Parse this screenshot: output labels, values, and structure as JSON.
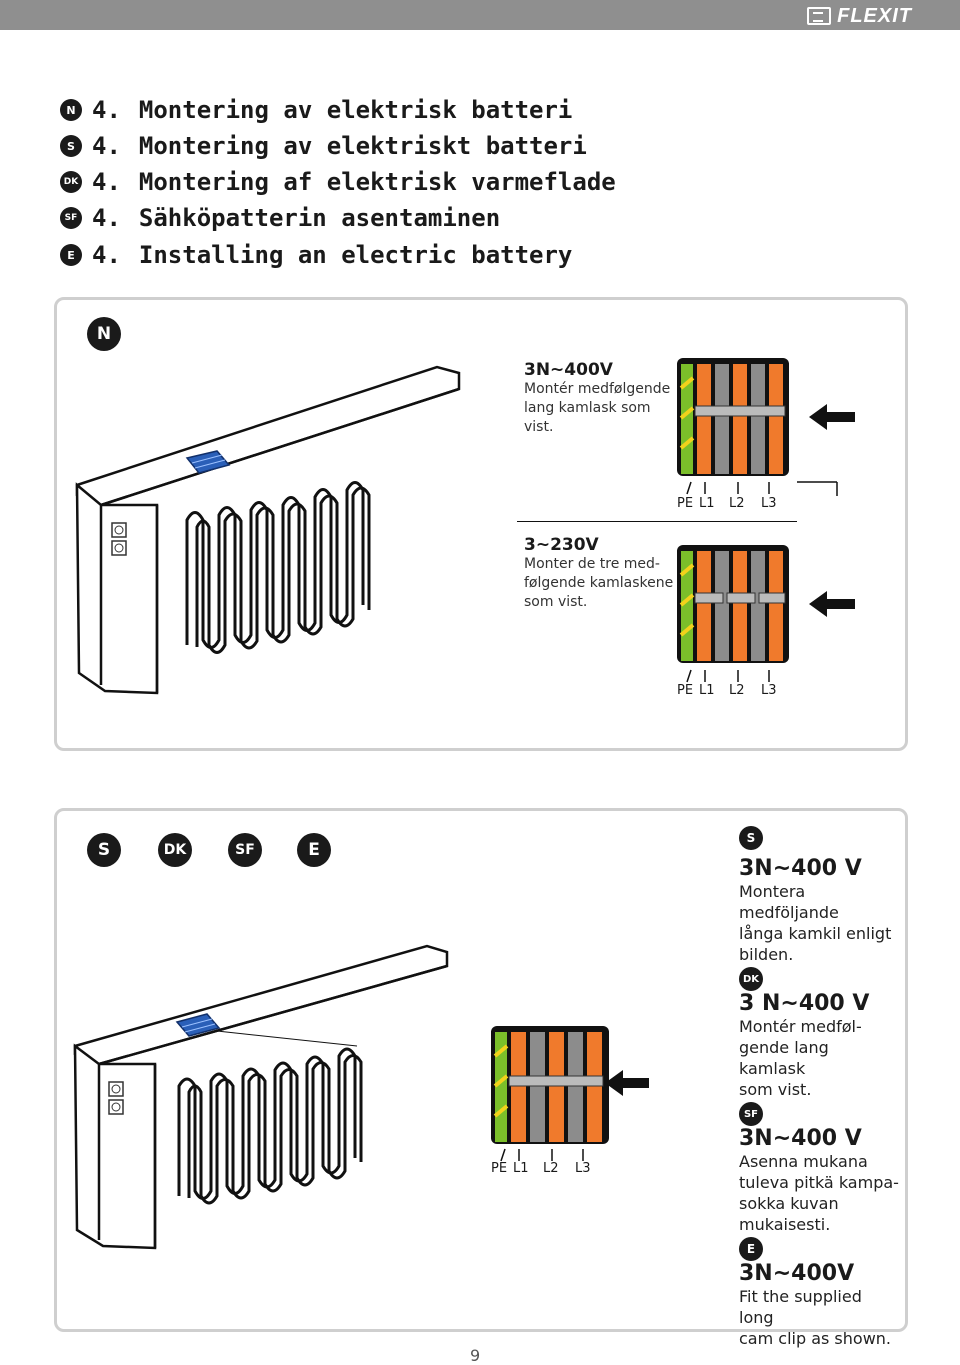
{
  "header": {
    "logo_text": "FLEXIT"
  },
  "titles": [
    {
      "badge": "N",
      "number": "4.",
      "text": "Montering av elektrisk batteri"
    },
    {
      "badge": "S",
      "number": "4.",
      "text": "Montering av elektriskt batteri"
    },
    {
      "badge": "DK",
      "number": "4.",
      "text": "Montering af elektrisk varmeflade"
    },
    {
      "badge": "SF",
      "number": "4.",
      "text": "Sähköpatterin asentaminen"
    },
    {
      "badge": "E",
      "number": "4.",
      "text": "Installing an electric battery"
    }
  ],
  "panel_n": {
    "badge": "N",
    "section1": {
      "voltage": "3N~400V",
      "line1": "Montér medfølgende",
      "line2": "lang kamlask som",
      "line3": "vist."
    },
    "section2": {
      "voltage": "3~230V",
      "line1": "Monter de tre med-",
      "line2": "følgende kamlaskene",
      "line3": "som vist."
    },
    "terminal_labels": {
      "pe": "PE",
      "l1": "L1",
      "l2": "L2",
      "l3": "L3"
    }
  },
  "panel_multi": {
    "badges": {
      "s": "S",
      "dk": "DK",
      "sf": "SF",
      "e": "E"
    },
    "terminal_labels": {
      "pe": "PE",
      "l1": "L1",
      "l2": "L2",
      "l3": "L3"
    },
    "s": {
      "badge": "S",
      "voltage": "3N~400 V",
      "line1": "Montera medföljande",
      "line2": "långa kamkil enligt",
      "line3": "bilden."
    },
    "dk": {
      "badge": "DK",
      "voltage": "3 N~400 V",
      "line1": "Montér medføl-",
      "line2": "gende lang kamlask",
      "line3": "som vist."
    },
    "sf": {
      "badge": "SF",
      "voltage": "3N~400 V",
      "line1": "Asenna mukana",
      "line2": "tuleva pitkä kampa-",
      "line3": "sokka kuvan",
      "line4": "mukaisesti."
    },
    "e": {
      "badge": "E",
      "voltage": "3N~400V",
      "line1": "Fit the supplied long",
      "line2": "cam clip as shown."
    }
  },
  "page_number": "9"
}
